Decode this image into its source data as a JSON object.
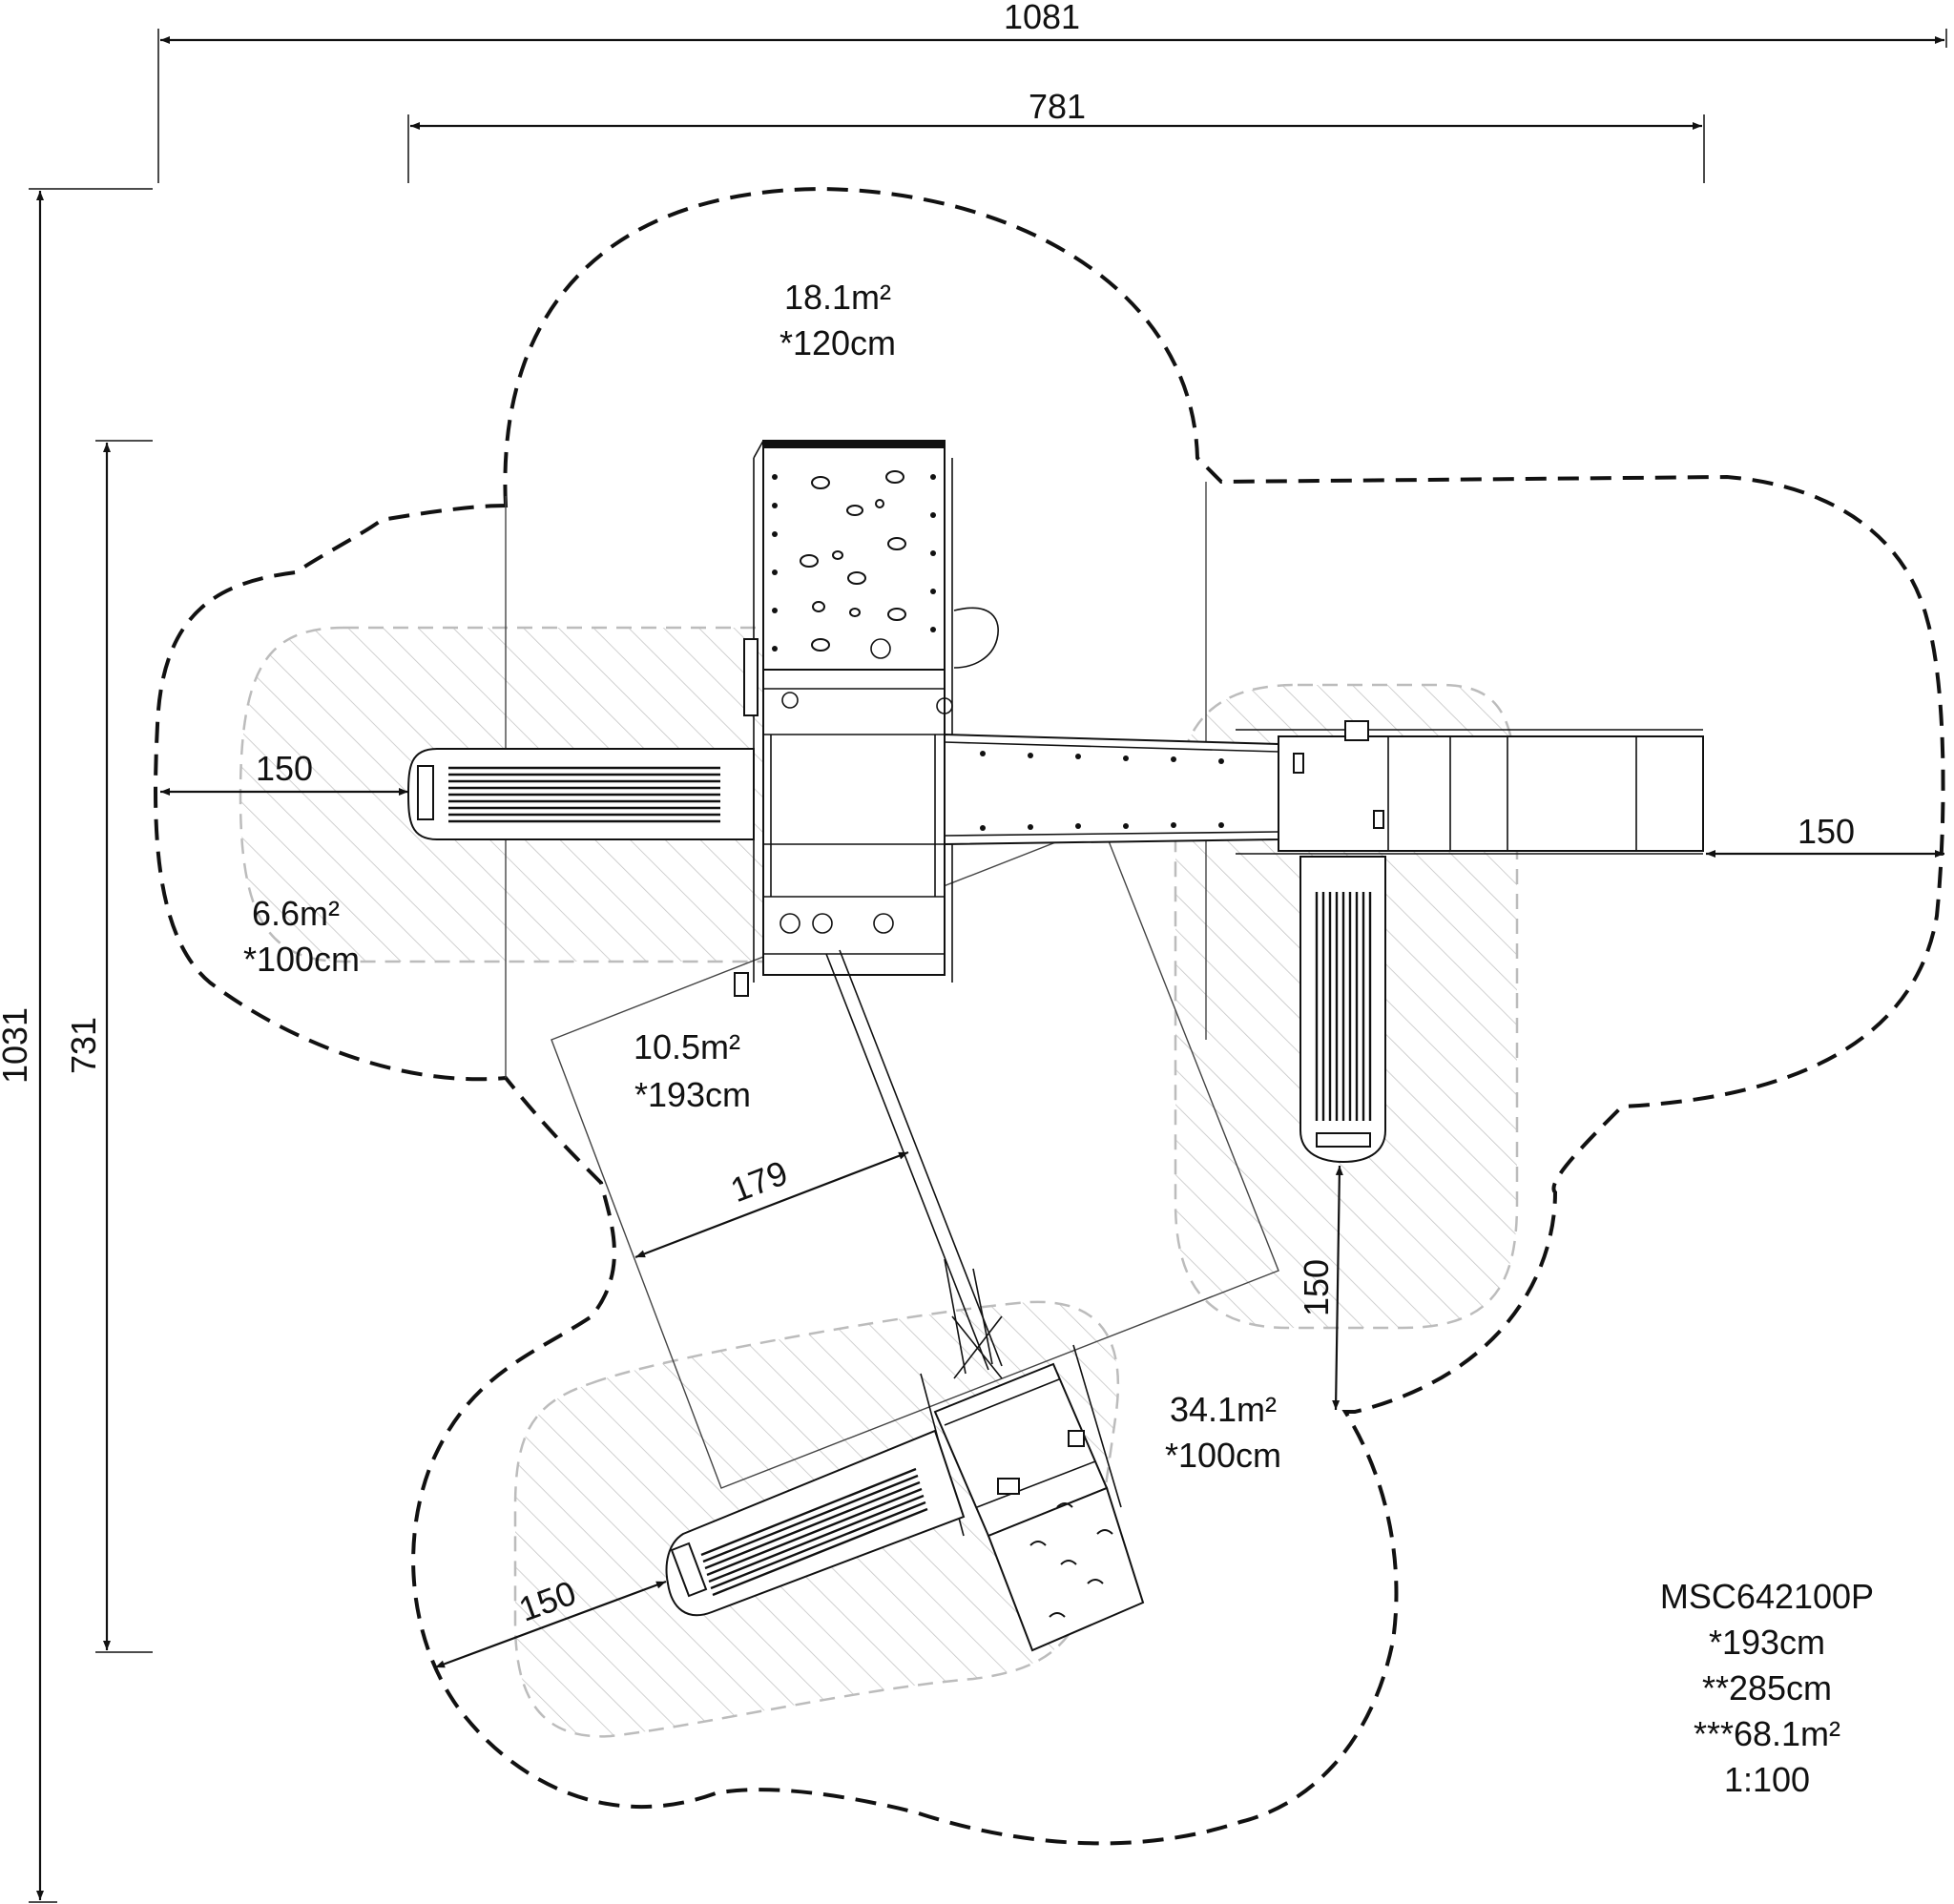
{
  "dimensions": {
    "overall_width": "1081",
    "structure_width": "781",
    "overall_depth": "1031",
    "structure_depth": "731",
    "clearance_left_slide": "150",
    "clearance_right_bridge": "150",
    "clearance_right_slide": "150",
    "clearance_bottom_slide": "150",
    "swing_zone_width": "179"
  },
  "areas": {
    "top_area": "18.1m²",
    "top_height": "*120cm",
    "left_area": "6.6m²",
    "left_height": "*100cm",
    "center_area": "10.5m²",
    "center_height": "*193cm",
    "bottom_area": "34.1m²",
    "bottom_height": "*100cm"
  },
  "info": {
    "model": "MSC642100P",
    "free_height": "*193cm",
    "total_height": "**285cm",
    "safety_area": "***68.1m²",
    "scale": "1:100"
  },
  "colors": {
    "line": "#111111",
    "hatch": "#bcbcbc",
    "background": "#ffffff"
  }
}
